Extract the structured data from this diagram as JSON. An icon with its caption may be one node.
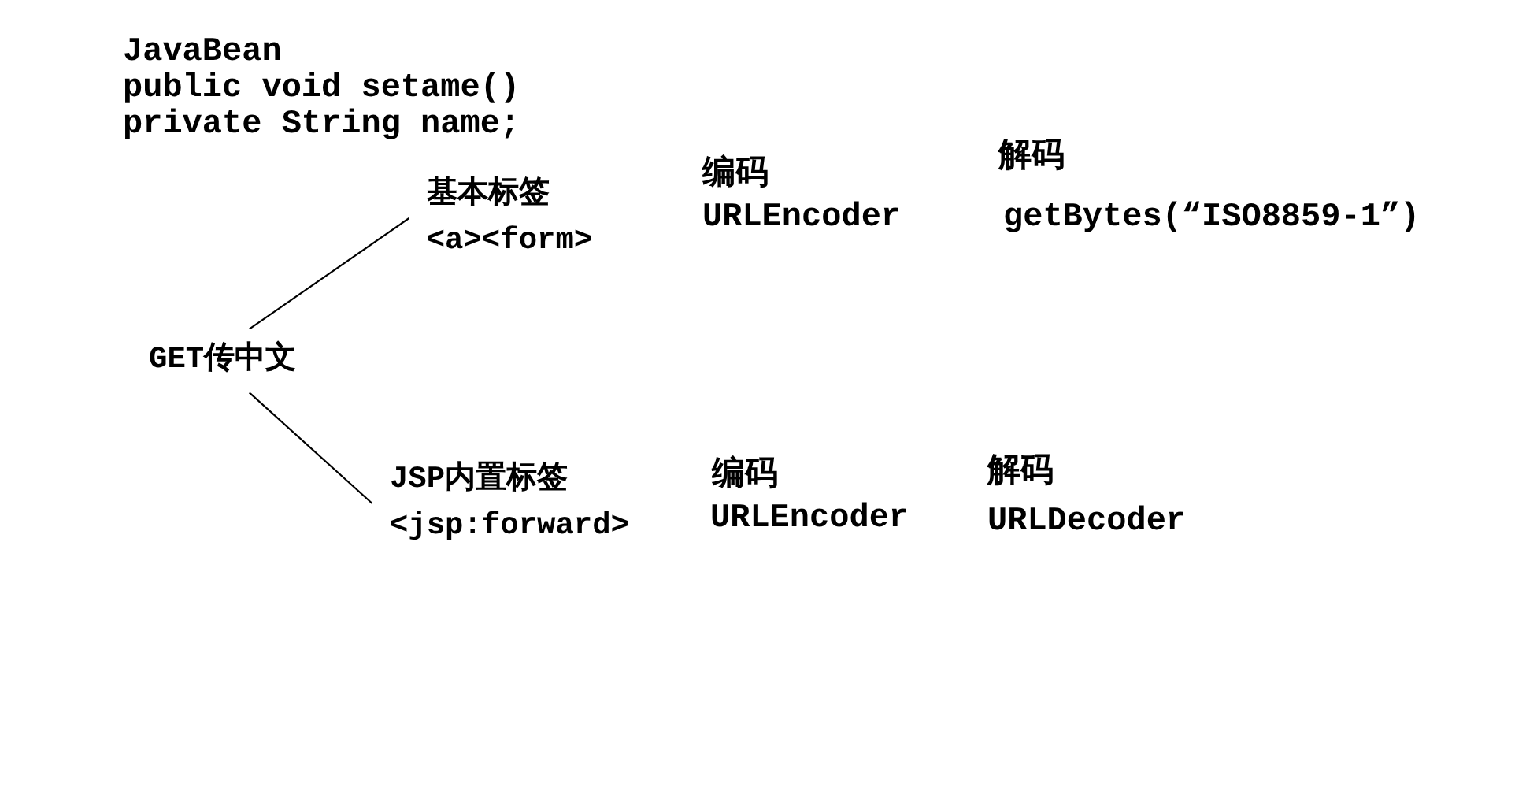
{
  "diagram": {
    "nodes": [
      {
        "text": [
          "GET传中文"
        ]
      },
      {
        "text": [
          "基本标签",
          "<a><form>"
        ]
      },
      {
        "text": [
          "JSP内置标签",
          "<jsp:forward>"
        ]
      }
    ],
    "edges": [
      {
        "from": 0,
        "to": 1,
        "arrow": "none"
      },
      {
        "from": 0,
        "to": 2,
        "arrow": "none"
      }
    ],
    "labels": [
      "JavaBean",
      "public void setame()",
      "private String name;",
      "编码",
      "URLEncoder",
      "解码",
      "getBytes(“ISO8859-1”)",
      "编码",
      "URLEncoder",
      "解码",
      "URLDecoder"
    ]
  }
}
